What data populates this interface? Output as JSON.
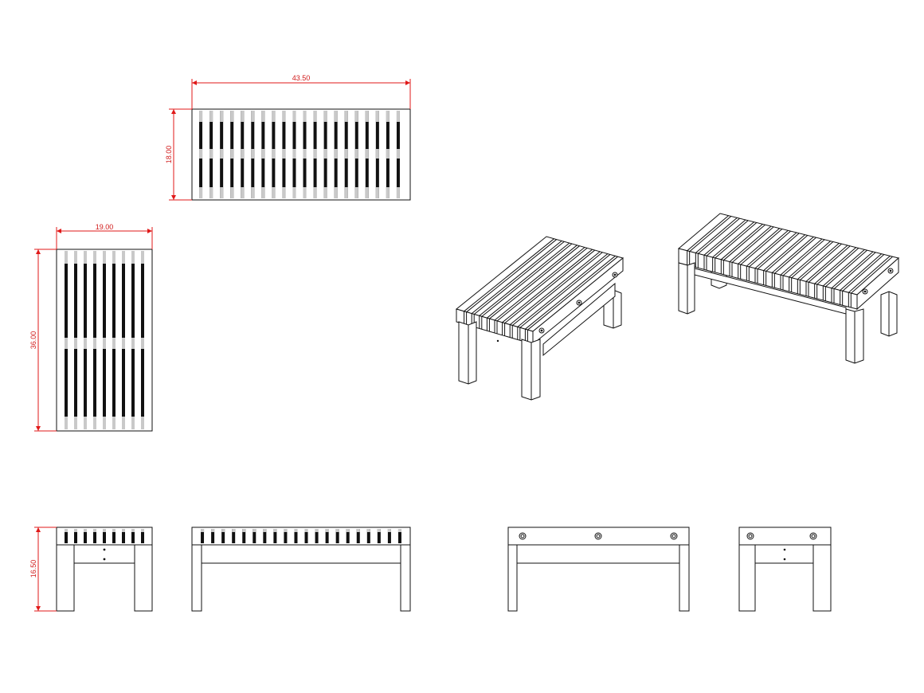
{
  "dimensions": {
    "top_view_long_width": "43.50",
    "top_view_long_depth": "18.00",
    "top_view_short_width": "19.00",
    "top_view_short_length": "36.00",
    "height": "16.50"
  },
  "colors": {
    "dimension": "#e01919",
    "lines": "#111111",
    "background": "#ffffff"
  }
}
